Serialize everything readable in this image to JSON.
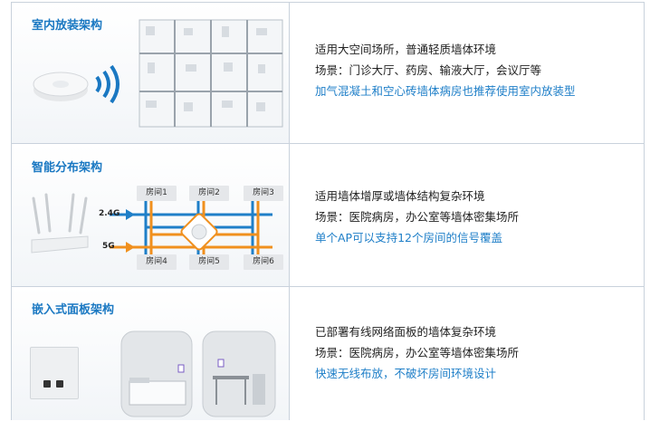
{
  "rows": [
    {
      "title": "室内放装架构",
      "lines": [
        "适用大空间场所，普通轻质墙体环境",
        "场景：门诊大厅、药房、输液大厅，会议厅等"
      ],
      "highlight": "加气混凝土和空心砖墙体病房也推荐使用室内放装型"
    },
    {
      "title": "智能分布架构",
      "diagram": {
        "rooms_top": [
          "房间1",
          "房间2",
          "房间3"
        ],
        "rooms_bottom": [
          "房间4",
          "房间5",
          "房间6"
        ],
        "band_24": "2.4G",
        "band_5": "5G"
      },
      "lines": [
        "适用墙体增厚或墙体结构复杂环境",
        "场景：医院病房，办公室等墙体密集场所"
      ],
      "highlight": "单个AP可以支持12个房间的信号覆盖"
    },
    {
      "title": "嵌入式面板架构",
      "lines": [
        "已部署有线网络面板的墙体复杂环境",
        "场景：医院病房，办公室等墙体密集场所"
      ],
      "highlight": "快速无线布放，不破坏房间环境设计"
    }
  ],
  "colors": {
    "title": "#1a78c2",
    "highlight": "#1f7fc8",
    "line_24": "#1f7fc8",
    "line_5": "#f0901e"
  }
}
